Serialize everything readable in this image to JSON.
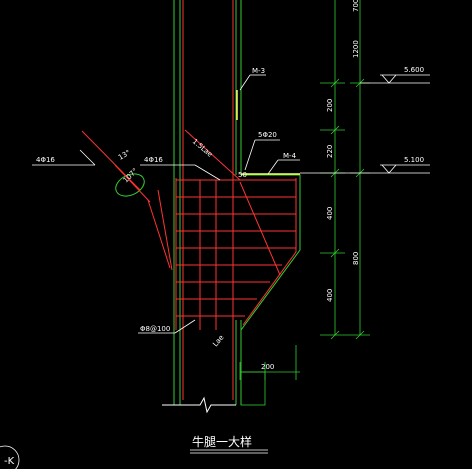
{
  "drawing": {
    "title": "牛腿一大样",
    "corner_mark": "-K",
    "colors": {
      "background": "#000000",
      "column": "#33cc33",
      "rebar": "#ff3333",
      "dimension": "#33cc33",
      "level": "#ffffff",
      "text": "#ffffff",
      "plate": "#ffff66"
    }
  },
  "labels": {
    "m3": "M-3",
    "m4": "M-4",
    "phi16_left": "4Φ16",
    "phi16_mid": "4Φ16",
    "lae_diag": "1.5Lae",
    "rebar_5phi20": "5Φ20",
    "dim_50": "50",
    "angle_13": "13°",
    "angle_107": "107°",
    "stirrup": "Φ8@100",
    "lae_bottom": "Lae",
    "dim_200_bottom": "200"
  },
  "dimensions": {
    "vertical": [
      "700",
      "1200",
      "200",
      "220",
      "400",
      "800",
      "400"
    ]
  },
  "levels": {
    "upper": "5.600",
    "lower": "5.100"
  }
}
